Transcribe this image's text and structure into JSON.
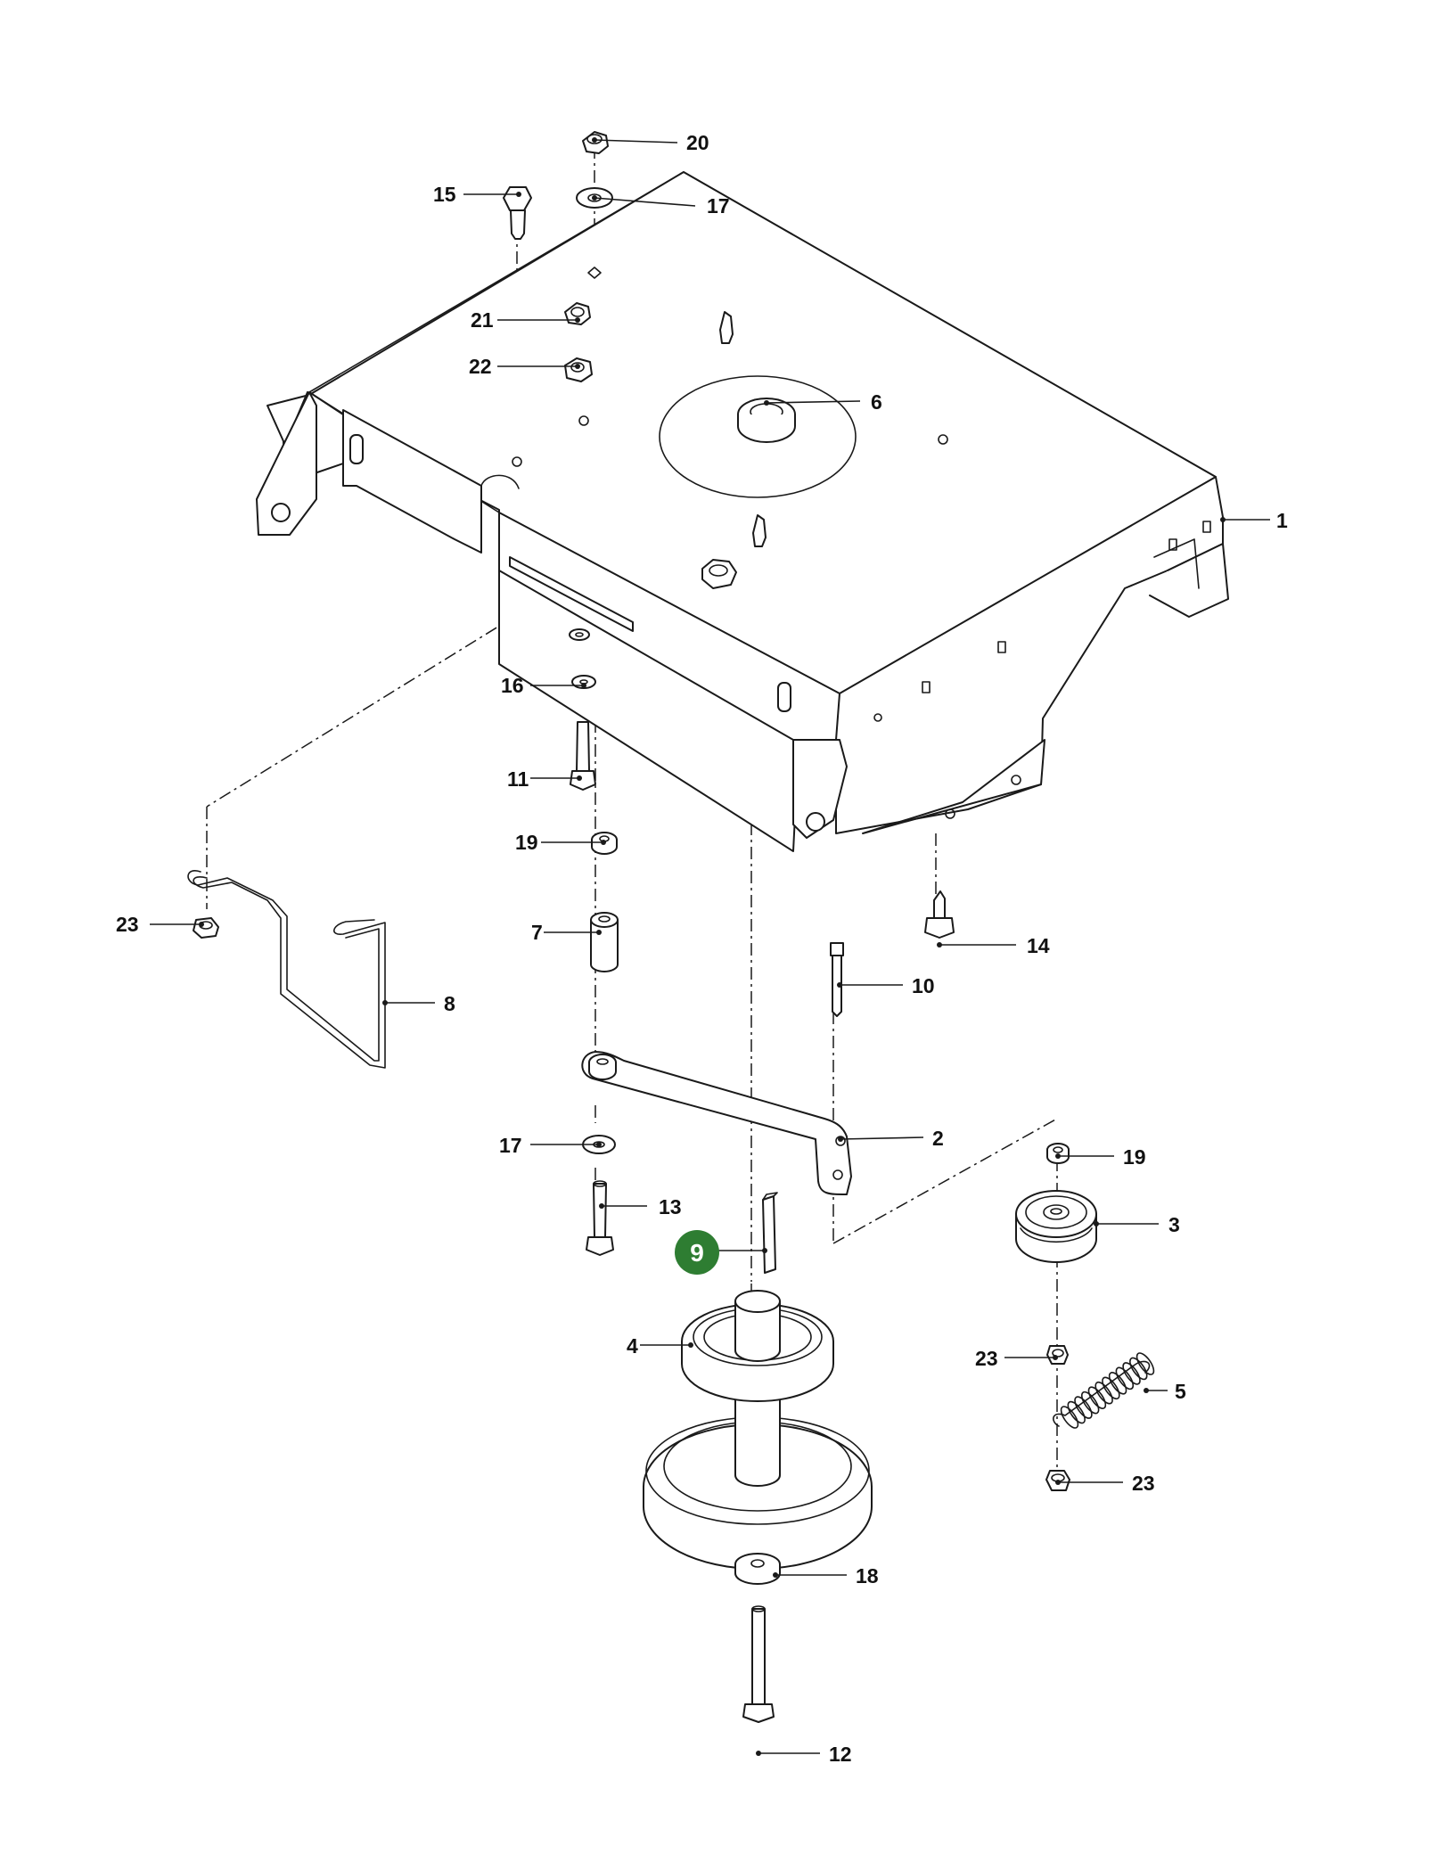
{
  "callouts": {
    "c1": "1",
    "c2": "2",
    "c3": "3",
    "c4": "4",
    "c5": "5",
    "c6": "6",
    "c7": "7",
    "c8": "8",
    "c9": "9",
    "c10": "10",
    "c11": "11",
    "c12": "12",
    "c13": "13",
    "c14": "14",
    "c15": "15",
    "c16": "16",
    "c17": "17",
    "c18": "18",
    "c19": "19",
    "c20": "20",
    "c21": "21",
    "c22": "22",
    "c23": "23"
  },
  "highlight": {
    "part": "9",
    "color": "#2e7d32"
  },
  "colors": {
    "line": "#1a1a1a",
    "background": "#ffffff"
  }
}
